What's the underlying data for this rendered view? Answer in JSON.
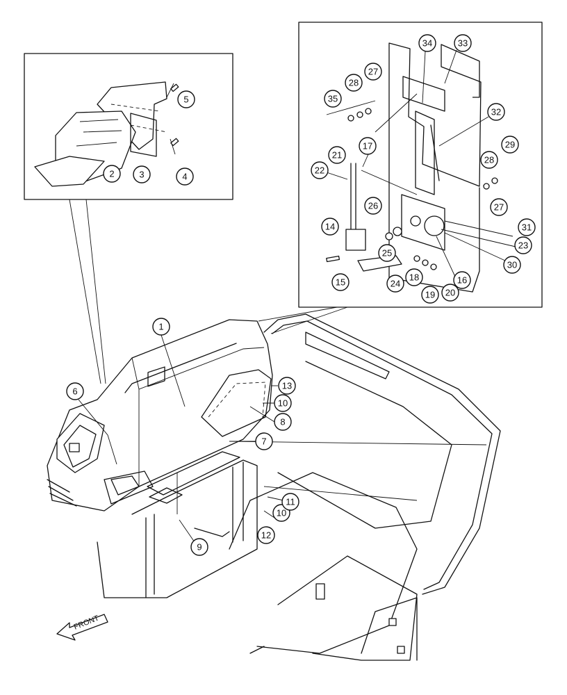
{
  "diagram": {
    "front_label": "FRONT",
    "callouts": [
      "1",
      "2",
      "3",
      "4",
      "5",
      "6",
      "7",
      "8",
      "9",
      "10",
      "10",
      "11",
      "12",
      "13",
      "14",
      "15",
      "16",
      "17",
      "18",
      "19",
      "20",
      "21",
      "22",
      "23",
      "24",
      "25",
      "26",
      "27",
      "27",
      "28",
      "28",
      "29",
      "30",
      "31",
      "32",
      "33",
      "34",
      "35"
    ]
  }
}
